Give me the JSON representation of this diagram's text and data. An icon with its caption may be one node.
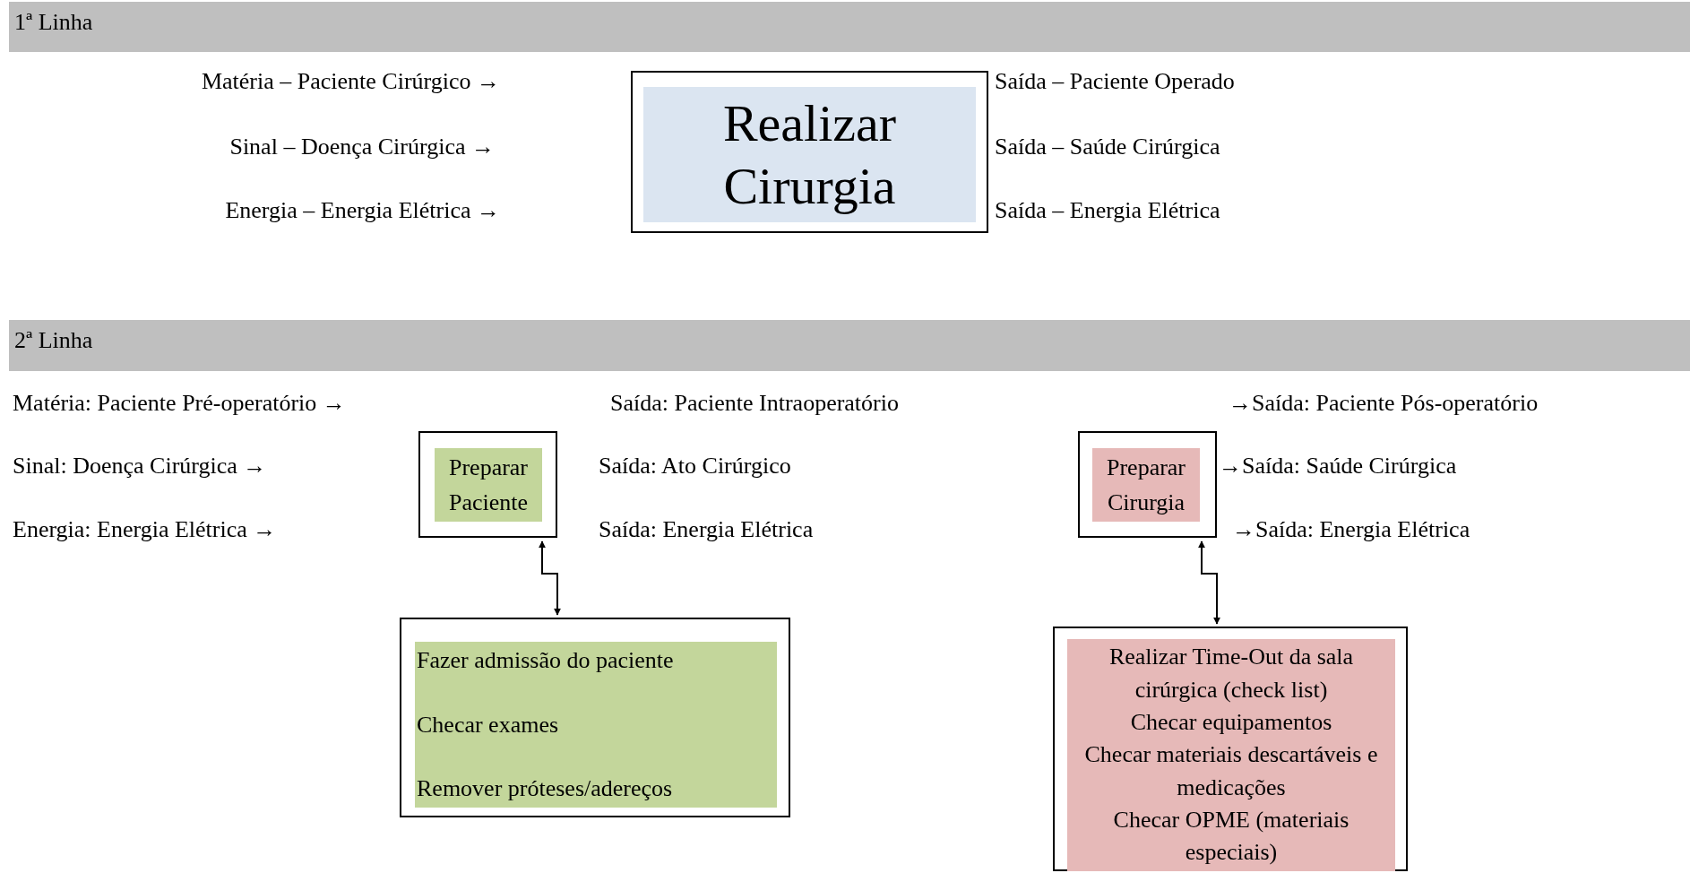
{
  "diagram": {
    "nodes": [
      {
        "text": [
          "1ª Linha"
        ]
      },
      {
        "text": [
          "Realizar Cirurgia"
        ]
      },
      {
        "text": [
          "2ª Linha"
        ]
      },
      {
        "text": [
          "Preparar Paciente"
        ]
      },
      {
        "text": [
          "Preparar Cirurgia"
        ]
      },
      {
        "text": [
          "Fazer admissão do paciente",
          "Checar exames",
          "Remover próteses/adereços"
        ]
      },
      {
        "text": [
          "Realizar Time-Out da sala cirúrgica (check list)",
          "Checar equipamentos",
          "Checar materiais descartáveis e medicações",
          "Checar OPME (materiais especiais)"
        ]
      }
    ],
    "edges": [
      {
        "from": 3,
        "to": 5,
        "arrow": "both"
      },
      {
        "from": 4,
        "to": 6,
        "arrow": "both"
      }
    ],
    "labels": [
      "Matéria – Paciente Cirúrgico →",
      "Saída – Paciente Operado",
      "Sinal – Doença Cirúrgica →",
      "Saída – Saúde Cirúrgica",
      "Energia – Energia Elétrica →",
      "Saída – Energia Elétrica",
      "Matéria: Paciente Pré-operatório →",
      "Saída: Paciente Intraoperatório",
      "→Saída: Paciente Pós-operatório",
      "Sinal: Doença Cirúrgica →",
      "Saída: Ato Cirúrgico",
      "→Saída: Saúde Cirúrgica",
      "Energia: Energia Elétrica →",
      "Saída: Energia Elétrica",
      "→Saída: Energia Elétrica"
    ]
  }
}
